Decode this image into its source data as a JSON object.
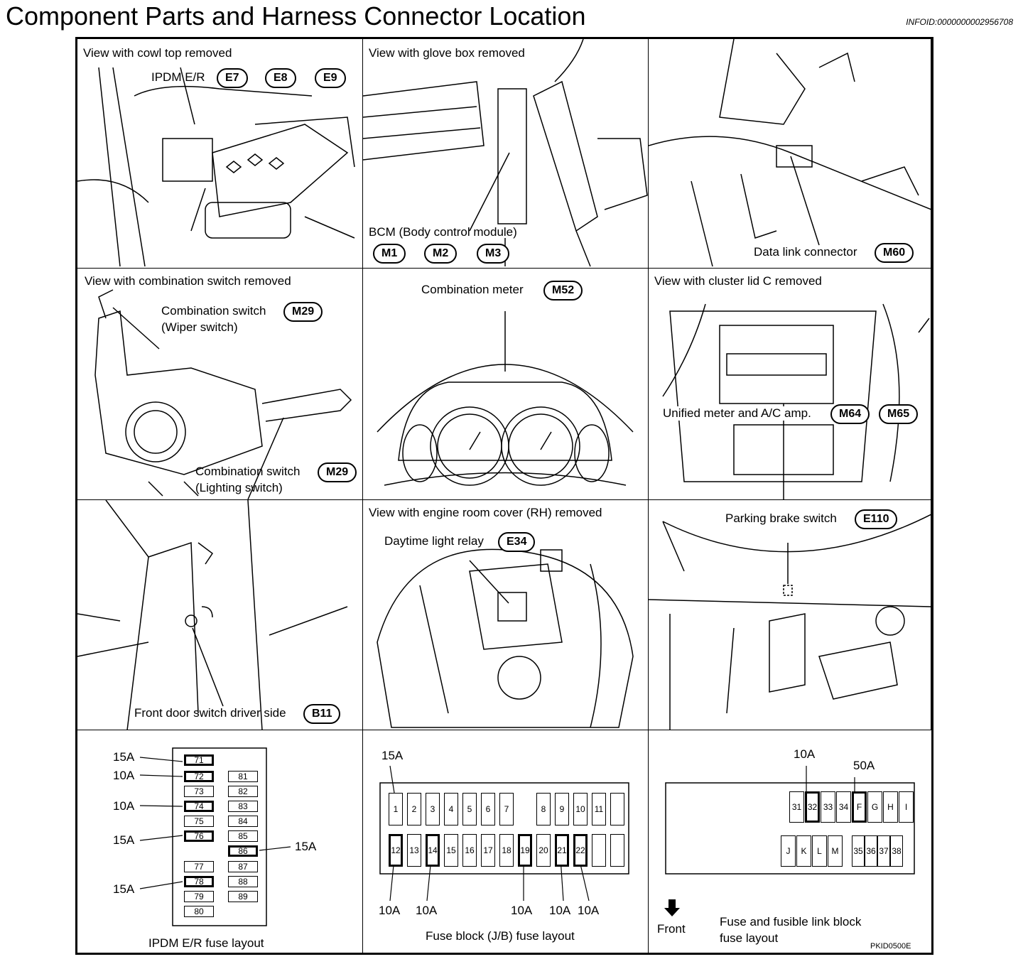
{
  "header": {
    "title": "Component Parts and Harness Connector Location",
    "info_id": "INFOID:0000000002956708"
  },
  "panels": {
    "p1": {
      "caption": "View with cowl top removed",
      "label": "IPDM E/R",
      "connectors": [
        "E7",
        "E8",
        "E9"
      ]
    },
    "p2": {
      "caption": "View with glove box removed",
      "label": "BCM (Body control module)",
      "connectors": [
        "M1",
        "M2",
        "M3"
      ]
    },
    "p3": {
      "label": "Data link connector",
      "connector": "M60"
    },
    "p4": {
      "caption": "View with combination switch removed",
      "label_top": "Combination switch",
      "sub_top": "(Wiper switch)",
      "label_bottom": "Combination switch",
      "sub_bottom": "(Lighting switch)",
      "connector": "M29"
    },
    "p5": {
      "label": "Combination meter",
      "connector": "M52"
    },
    "p6": {
      "caption": "View with cluster lid C removed",
      "label": "Unified meter and A/C amp.",
      "connectors": [
        "M64",
        "M65"
      ]
    },
    "p7": {
      "label": "Front door switch driver side",
      "connector": "B11"
    },
    "p8": {
      "caption": "View with engine room cover (RH) removed",
      "label": "Daytime light relay",
      "connector": "E34"
    },
    "p9": {
      "label": "Parking brake switch",
      "connector": "E110"
    },
    "p10": {
      "caption": "IPDM E/R fuse layout",
      "left_fuses": [
        "71",
        "72",
        "73",
        "74",
        "75",
        "76",
        "77",
        "78",
        "79",
        "80"
      ],
      "right_fuses": [
        "81",
        "82",
        "83",
        "84",
        "85",
        "86",
        "87",
        "88",
        "89"
      ],
      "ratings": {
        "r71": "15A",
        "r72": "10A",
        "r74": "10A",
        "r76": "15A",
        "r78": "15A",
        "r86": "15A"
      }
    },
    "p11": {
      "caption": "Fuse block (J/B) fuse layout",
      "top_row": [
        "1",
        "2",
        "3",
        "4",
        "5",
        "6",
        "7",
        "8",
        "9",
        "10",
        "11"
      ],
      "bottom_row": [
        "12",
        "13",
        "14",
        "15",
        "16",
        "17",
        "18",
        "19",
        "20",
        "21",
        "22"
      ],
      "ratings": {
        "r1": "15A",
        "r12": "10A",
        "r14": "10A",
        "r19": "10A",
        "r21": "10A",
        "r22": "10A"
      }
    },
    "p12": {
      "caption_line1": "Fuse and fusible link block",
      "caption_line2": "fuse layout",
      "front_label": "Front",
      "top_row": [
        "31",
        "32",
        "33",
        "34",
        "F",
        "G",
        "H",
        "I"
      ],
      "bottom_row": [
        "J",
        "K",
        "L",
        "M",
        "35",
        "36",
        "37",
        "38"
      ],
      "ratings": {
        "r32": "10A",
        "rF": "50A"
      },
      "figure_code": "PKID0500E"
    }
  }
}
